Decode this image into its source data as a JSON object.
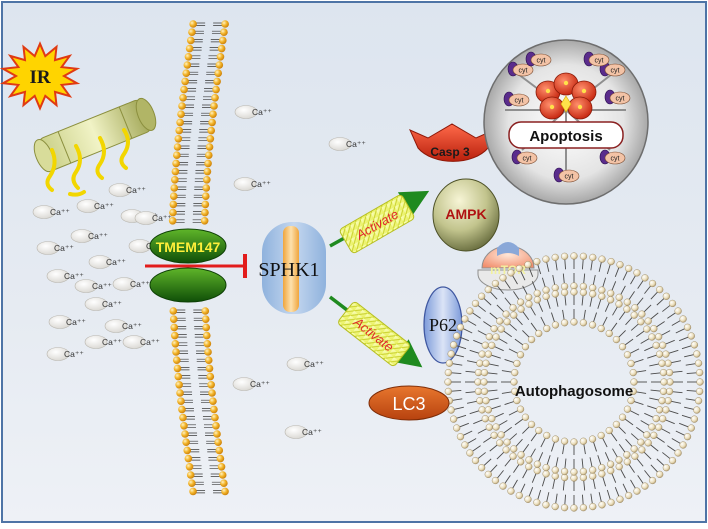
{
  "ir_label": "IR",
  "tmem_label": "TMEM147",
  "sphk_label": "SPHK1",
  "activate_label": "Activate",
  "ampk_label": "AMPK",
  "casp_label": "Casp 3",
  "apoptosis_label": "Apoptosis",
  "cyt_label": "cyt",
  "mtor_label": "mTOR",
  "p62_label": "P62",
  "lc3_label": "LC3",
  "autophagosome_label": "Autophagosome",
  "ca_label": "Ca⁺⁺",
  "colors": {
    "background": "#dbe3ee",
    "frame": "#4e74a6",
    "lipid_head": "#f0b52a",
    "arrow_green": "#1f8a1f",
    "inhibit_red": "#e21c1c",
    "tmem_green": "#2c8a12",
    "sphk_blue": "#a9c4e6",
    "casp_red": "#e53a1e",
    "lc3_orange": "#d2561a",
    "p62_blue": "#9cb4e4",
    "ampk_olive": "#7f8550",
    "cyt_purple": "#5a2c8c"
  }
}
